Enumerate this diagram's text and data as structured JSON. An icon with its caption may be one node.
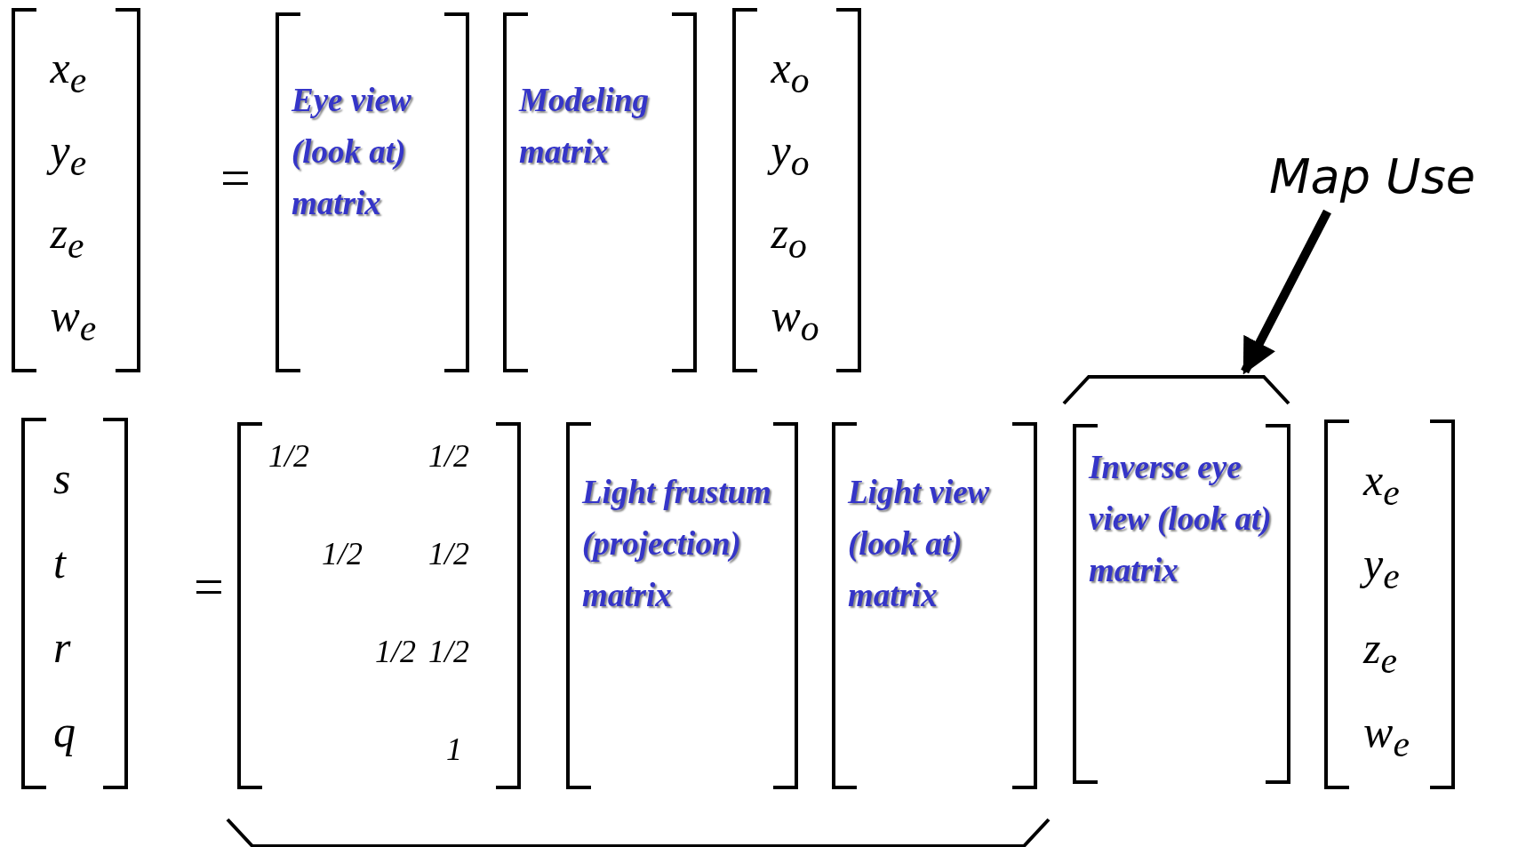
{
  "diagram": {
    "nodes": [
      {
        "text": [
          "x$_{e}$",
          "y$_{e}$",
          "z$_{e}$",
          "w$_{e}$"
        ]
      },
      {
        "text": [
          "Eye view (look at) matrix"
        ]
      },
      {
        "text": [
          "Modeling matrix"
        ]
      },
      {
        "text": [
          "x$_{o}$",
          "y$_{o}$",
          "z$_{o}$",
          "w$_{o}$"
        ]
      },
      {
        "text": [
          "s",
          "t",
          "r",
          "q"
        ]
      },
      {
        "text": [
          "1/2",
          "1/2",
          "1/2",
          "1/2",
          "1/2",
          "1/2",
          "1"
        ]
      },
      {
        "text": [
          "Light frustum (projection) matrix"
        ]
      },
      {
        "text": [
          "Light view (look at) matrix"
        ]
      },
      {
        "text": [
          "Inverse eye view (look at) matrix"
        ]
      },
      {
        "text": [
          "x$_{e}$",
          "y$_{e}$",
          "z$_{e}$",
          "w$_{e}$"
        ]
      },
      {
        "text": [
          "Map Use"
        ]
      },
      {
        "text": [],
        "shape": "bracket"
      }
    ],
    "edges": [
      {
        "from": 10,
        "to": 11,
        "arrow": "to"
      }
    ],
    "labels": [
      "=",
      "="
    ]
  }
}
